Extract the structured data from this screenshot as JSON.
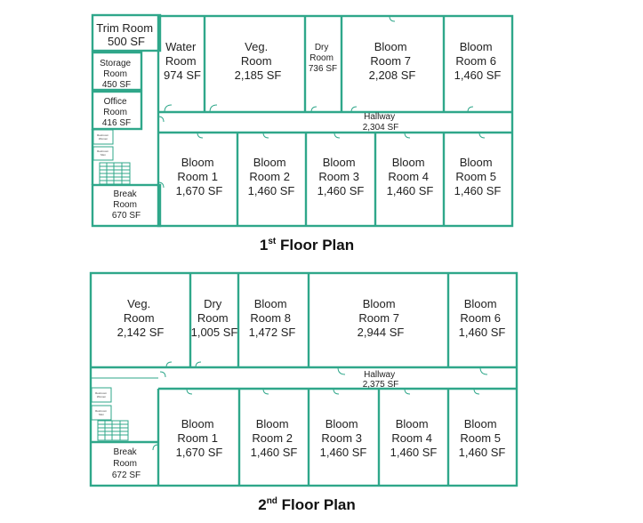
{
  "colors": {
    "wall": "#2fa78a",
    "text": "#222222",
    "background": "#ffffff"
  },
  "floor1": {
    "title_num": "1",
    "title_sup": "st",
    "title_rest": " Floor Plan",
    "rooms": [
      {
        "id": "trim-room",
        "lines": [
          "Trim Room",
          "500 SF"
        ]
      },
      {
        "id": "storage-room",
        "lines": [
          "Storage",
          "Room",
          "450 SF"
        ]
      },
      {
        "id": "office-room",
        "lines": [
          "Office",
          "Room",
          "416 SF"
        ]
      },
      {
        "id": "water-room",
        "lines": [
          "Water",
          "Room",
          "974 SF"
        ]
      },
      {
        "id": "veg-room",
        "lines": [
          "Veg.",
          "Room",
          "2,185 SF"
        ]
      },
      {
        "id": "dry-room",
        "lines": [
          "Dry",
          "Room",
          "736 SF"
        ]
      },
      {
        "id": "bloom-room-7",
        "lines": [
          "Bloom",
          "Room 7",
          "2,208 SF"
        ]
      },
      {
        "id": "bloom-room-6",
        "lines": [
          "Bloom",
          "Room 6",
          "1,460 SF"
        ]
      },
      {
        "id": "hallway",
        "lines": [
          "Hallway",
          "2,304 SF"
        ]
      },
      {
        "id": "bloom-room-1",
        "lines": [
          "Bloom",
          "Room 1",
          "1,670 SF"
        ]
      },
      {
        "id": "bloom-room-2",
        "lines": [
          "Bloom",
          "Room 2",
          "1,460 SF"
        ]
      },
      {
        "id": "bloom-room-3",
        "lines": [
          "Bloom",
          "Room 3",
          "1,460 SF"
        ]
      },
      {
        "id": "bloom-room-4",
        "lines": [
          "Bloom",
          "Room 4",
          "1,460 SF"
        ]
      },
      {
        "id": "bloom-room-5",
        "lines": [
          "Bloom",
          "Room 5",
          "1,460 SF"
        ]
      },
      {
        "id": "break-room",
        "lines": [
          "Break",
          "Room",
          "670 SF"
        ]
      },
      {
        "id": "restroom-a",
        "lines": [
          "Restroom",
          "Women"
        ]
      },
      {
        "id": "restroom-b",
        "lines": [
          "Restroom",
          "Men"
        ]
      }
    ]
  },
  "floor2": {
    "title_num": "2",
    "title_sup": "nd",
    "title_rest": " Floor Plan",
    "rooms": [
      {
        "id": "veg-room",
        "lines": [
          "Veg.",
          "Room",
          "2,142 SF"
        ]
      },
      {
        "id": "dry-room",
        "lines": [
          "Dry",
          "Room",
          "1,005 SF"
        ]
      },
      {
        "id": "bloom-room-8",
        "lines": [
          "Bloom",
          "Room 8",
          "1,472 SF"
        ]
      },
      {
        "id": "bloom-room-7",
        "lines": [
          "Bloom",
          "Room 7",
          "2,944 SF"
        ]
      },
      {
        "id": "bloom-room-6",
        "lines": [
          "Bloom",
          "Room 6",
          "1,460 SF"
        ]
      },
      {
        "id": "hallway",
        "lines": [
          "Hallway",
          "2,375 SF"
        ]
      },
      {
        "id": "bloom-room-1",
        "lines": [
          "Bloom",
          "Room 1",
          "1,670 SF"
        ]
      },
      {
        "id": "bloom-room-2",
        "lines": [
          "Bloom",
          "Room 2",
          "1,460 SF"
        ]
      },
      {
        "id": "bloom-room-3",
        "lines": [
          "Bloom",
          "Room 3",
          "1,460 SF"
        ]
      },
      {
        "id": "bloom-room-4",
        "lines": [
          "Bloom",
          "Room 4",
          "1,460 SF"
        ]
      },
      {
        "id": "bloom-room-5",
        "lines": [
          "Bloom",
          "Room 5",
          "1,460 SF"
        ]
      },
      {
        "id": "break-room",
        "lines": [
          "Break",
          "Room",
          "672 SF"
        ]
      },
      {
        "id": "restroom-a",
        "lines": [
          "Restroom",
          "Women"
        ]
      },
      {
        "id": "restroom-b",
        "lines": [
          "Restroom",
          "Men"
        ]
      }
    ]
  }
}
